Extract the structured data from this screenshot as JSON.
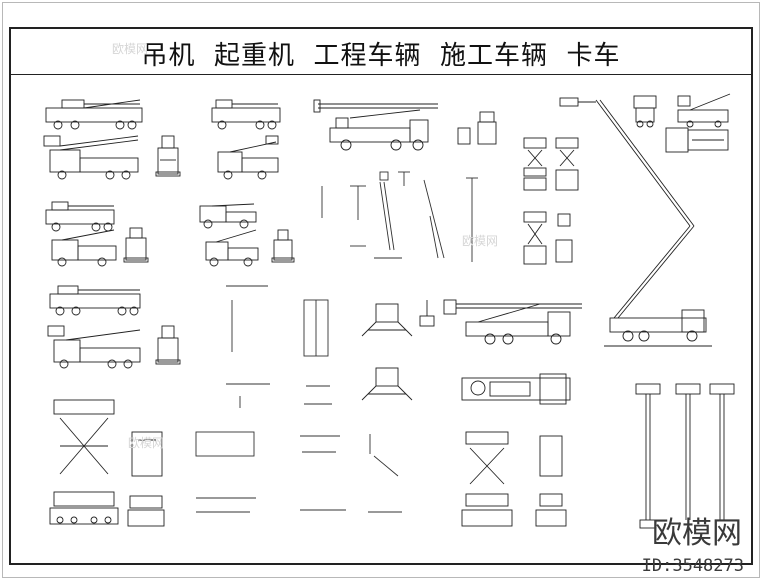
{
  "title": "吊机  起重机  工程车辆  施工车辆  卡车",
  "watermark": {
    "logo_text": "欧模网",
    "id_text": "ID:3548273",
    "tile_text": "欧模网"
  },
  "colors": {
    "line": "#222222",
    "frame": "#222222",
    "watermark": "#3a3a3a"
  }
}
